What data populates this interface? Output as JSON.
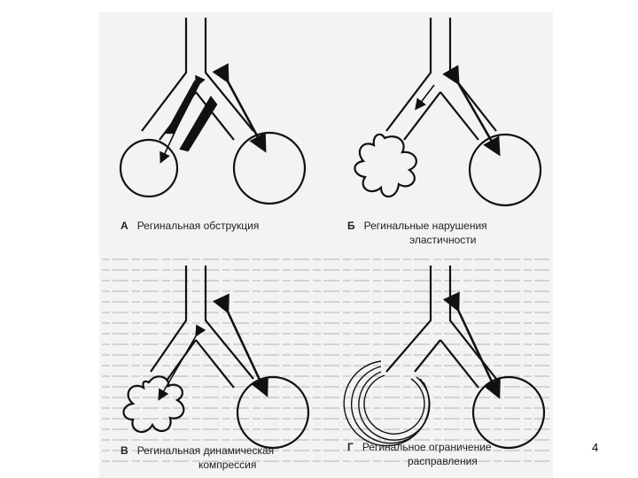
{
  "panels": {
    "a": {
      "letter": "А",
      "caption": "Регинальная обструкция"
    },
    "b": {
      "letter": "Б",
      "caption_line1": "Регинальные нарушения",
      "caption_line2": "эластичности"
    },
    "c": {
      "letter": "В",
      "caption_line1": "Регинальная динамическая",
      "caption_line2": "компрессия"
    },
    "d": {
      "letter": "Г",
      "caption_line1": "Регинальное ограничение",
      "caption_line2": "расправления"
    }
  },
  "page_number": "4"
}
